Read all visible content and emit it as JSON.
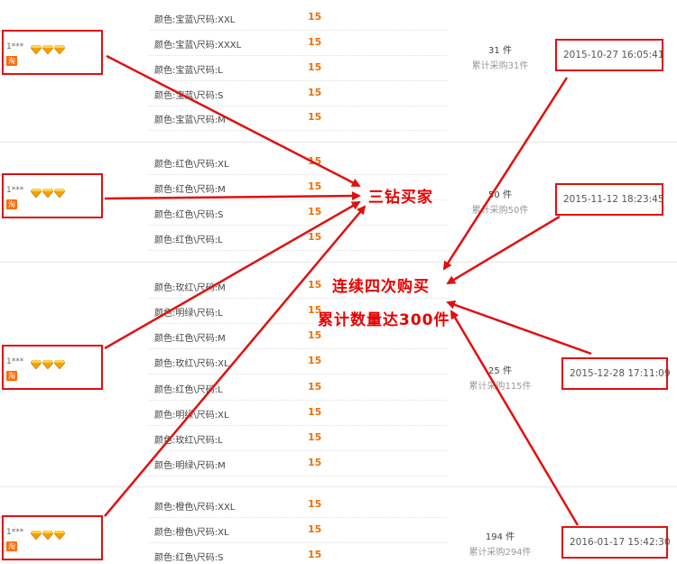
{
  "groups": [
    {
      "buyer": "1***",
      "badge": "淘",
      "rows": [
        {
          "spec": "颜色:宝蓝\\尺码:XXL",
          "price": "15"
        },
        {
          "spec": "颜色:宝蓝\\尺码:XXXL",
          "price": "15"
        },
        {
          "spec": "颜色:宝蓝\\尺码:L",
          "price": "15"
        },
        {
          "spec": "颜色:宝蓝\\尺码:S",
          "price": "15"
        },
        {
          "spec": "颜色:宝蓝\\尺码:M",
          "price": "15"
        }
      ],
      "count": "31 件",
      "total": "累计采购31件",
      "time": "2015-10-27 16:05:41"
    },
    {
      "buyer": "1***",
      "badge": "淘",
      "rows": [
        {
          "spec": "颜色:红色\\尺码:XL",
          "price": "15"
        },
        {
          "spec": "颜色:红色\\尺码:M",
          "price": "15"
        },
        {
          "spec": "颜色:红色\\尺码:S",
          "price": "15"
        },
        {
          "spec": "颜色:红色\\尺码:L",
          "price": "15"
        }
      ],
      "count": "50 件",
      "total": "累计采购50件",
      "time": "2015-11-12 18:23:45"
    },
    {
      "buyer": "1***",
      "badge": "淘",
      "rows": [
        {
          "spec": "颜色:玫红\\尺码:M",
          "price": "15"
        },
        {
          "spec": "颜色:明绿\\尺码:L",
          "price": "15"
        },
        {
          "spec": "颜色:红色\\尺码:M",
          "price": "15"
        },
        {
          "spec": "颜色:玫红\\尺码:XL",
          "price": "15"
        },
        {
          "spec": "颜色:红色\\尺码:L",
          "price": "15"
        },
        {
          "spec": "颜色:明绿\\尺码:XL",
          "price": "15"
        },
        {
          "spec": "颜色:玫红\\尺码:L",
          "price": "15"
        },
        {
          "spec": "颜色:明绿\\尺码:M",
          "price": "15"
        }
      ],
      "count": "25 件",
      "total": "累计采购115件",
      "time": "2015-12-28 17:11:09"
    },
    {
      "buyer": "1***",
      "badge": "淘",
      "rows": [
        {
          "spec": "颜色:橙色\\尺码:XXL",
          "price": "15"
        },
        {
          "spec": "颜色:橙色\\尺码:XL",
          "price": "15"
        },
        {
          "spec": "颜色:红色\\尺码:S",
          "price": "15"
        }
      ],
      "count": "194 件",
      "total": "累计采购294件",
      "time": "2016-01-17 15:42:30"
    }
  ],
  "annotations": {
    "diamond_buyer": "三钻买家",
    "repeat_buy": "连续四次购买",
    "total_qty": "累计数量达300件"
  },
  "icons": {
    "gem": "diamond-icon",
    "badge": "taobao-badge-icon"
  },
  "colors": {
    "accent": "#e01010",
    "price": "#f07000",
    "gem": "#f5a000"
  }
}
